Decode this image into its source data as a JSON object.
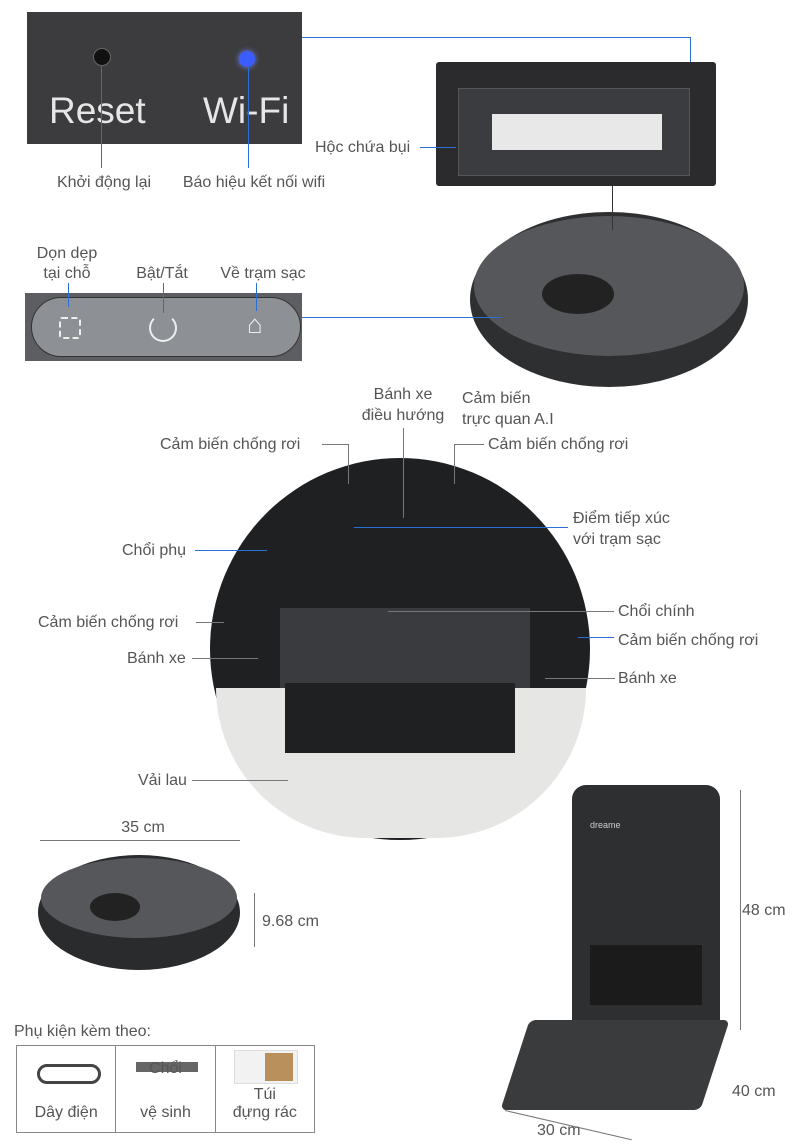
{
  "panel_top": {
    "reset": "Reset",
    "wifi": "Wi-Fi",
    "wifi_led_color": "#3b5cff"
  },
  "labels": {
    "restart": "Khởi động lại",
    "wifi_signal": "Báo hiệu kết nối wifi",
    "dust_bin": "Hộc chứa bụi",
    "spot_clean_1": "Dọn dẹp",
    "spot_clean_2": "tại chỗ",
    "power": "Bật/Tắt",
    "return_dock": "Về trạm sạc",
    "ai_sensor_1": "Cảm biến",
    "ai_sensor_2": "trực quan A.I",
    "steer_wheel_1": "Bánh xe",
    "steer_wheel_2": "điều hướng",
    "cliff_sensor_tl": "Cảm biến chống rơi",
    "cliff_sensor_tr": "Cảm biến chống rơi",
    "contact_1": "Điểm tiếp xúc",
    "contact_2": "với trạm sạc",
    "side_brush": "Chổi phụ",
    "main_brush": "Chổi chính",
    "cliff_sensor_l": "Cảm biến chống rơi",
    "cliff_sensor_r": "Cảm biến chống rơi",
    "wheel_l": "Bánh xe",
    "wheel_r": "Bánh xe",
    "mop": "Vải lau"
  },
  "dimensions": {
    "robot_width": "35 cm",
    "robot_height": "9.68 cm",
    "dock_height": "48 cm",
    "dock_depth": "40 cm",
    "dock_width": "30 cm"
  },
  "accessories": {
    "title": "Phụ kiện kèm theo:",
    "items": [
      {
        "label_1": "Dây điện",
        "label_2": ""
      },
      {
        "label_1": "Chổi",
        "label_2": "vệ sinh"
      },
      {
        "label_1": "Túi",
        "label_2": "đựng rác"
      }
    ]
  },
  "brand": "dreame",
  "accent_color": "#2a6fd6"
}
